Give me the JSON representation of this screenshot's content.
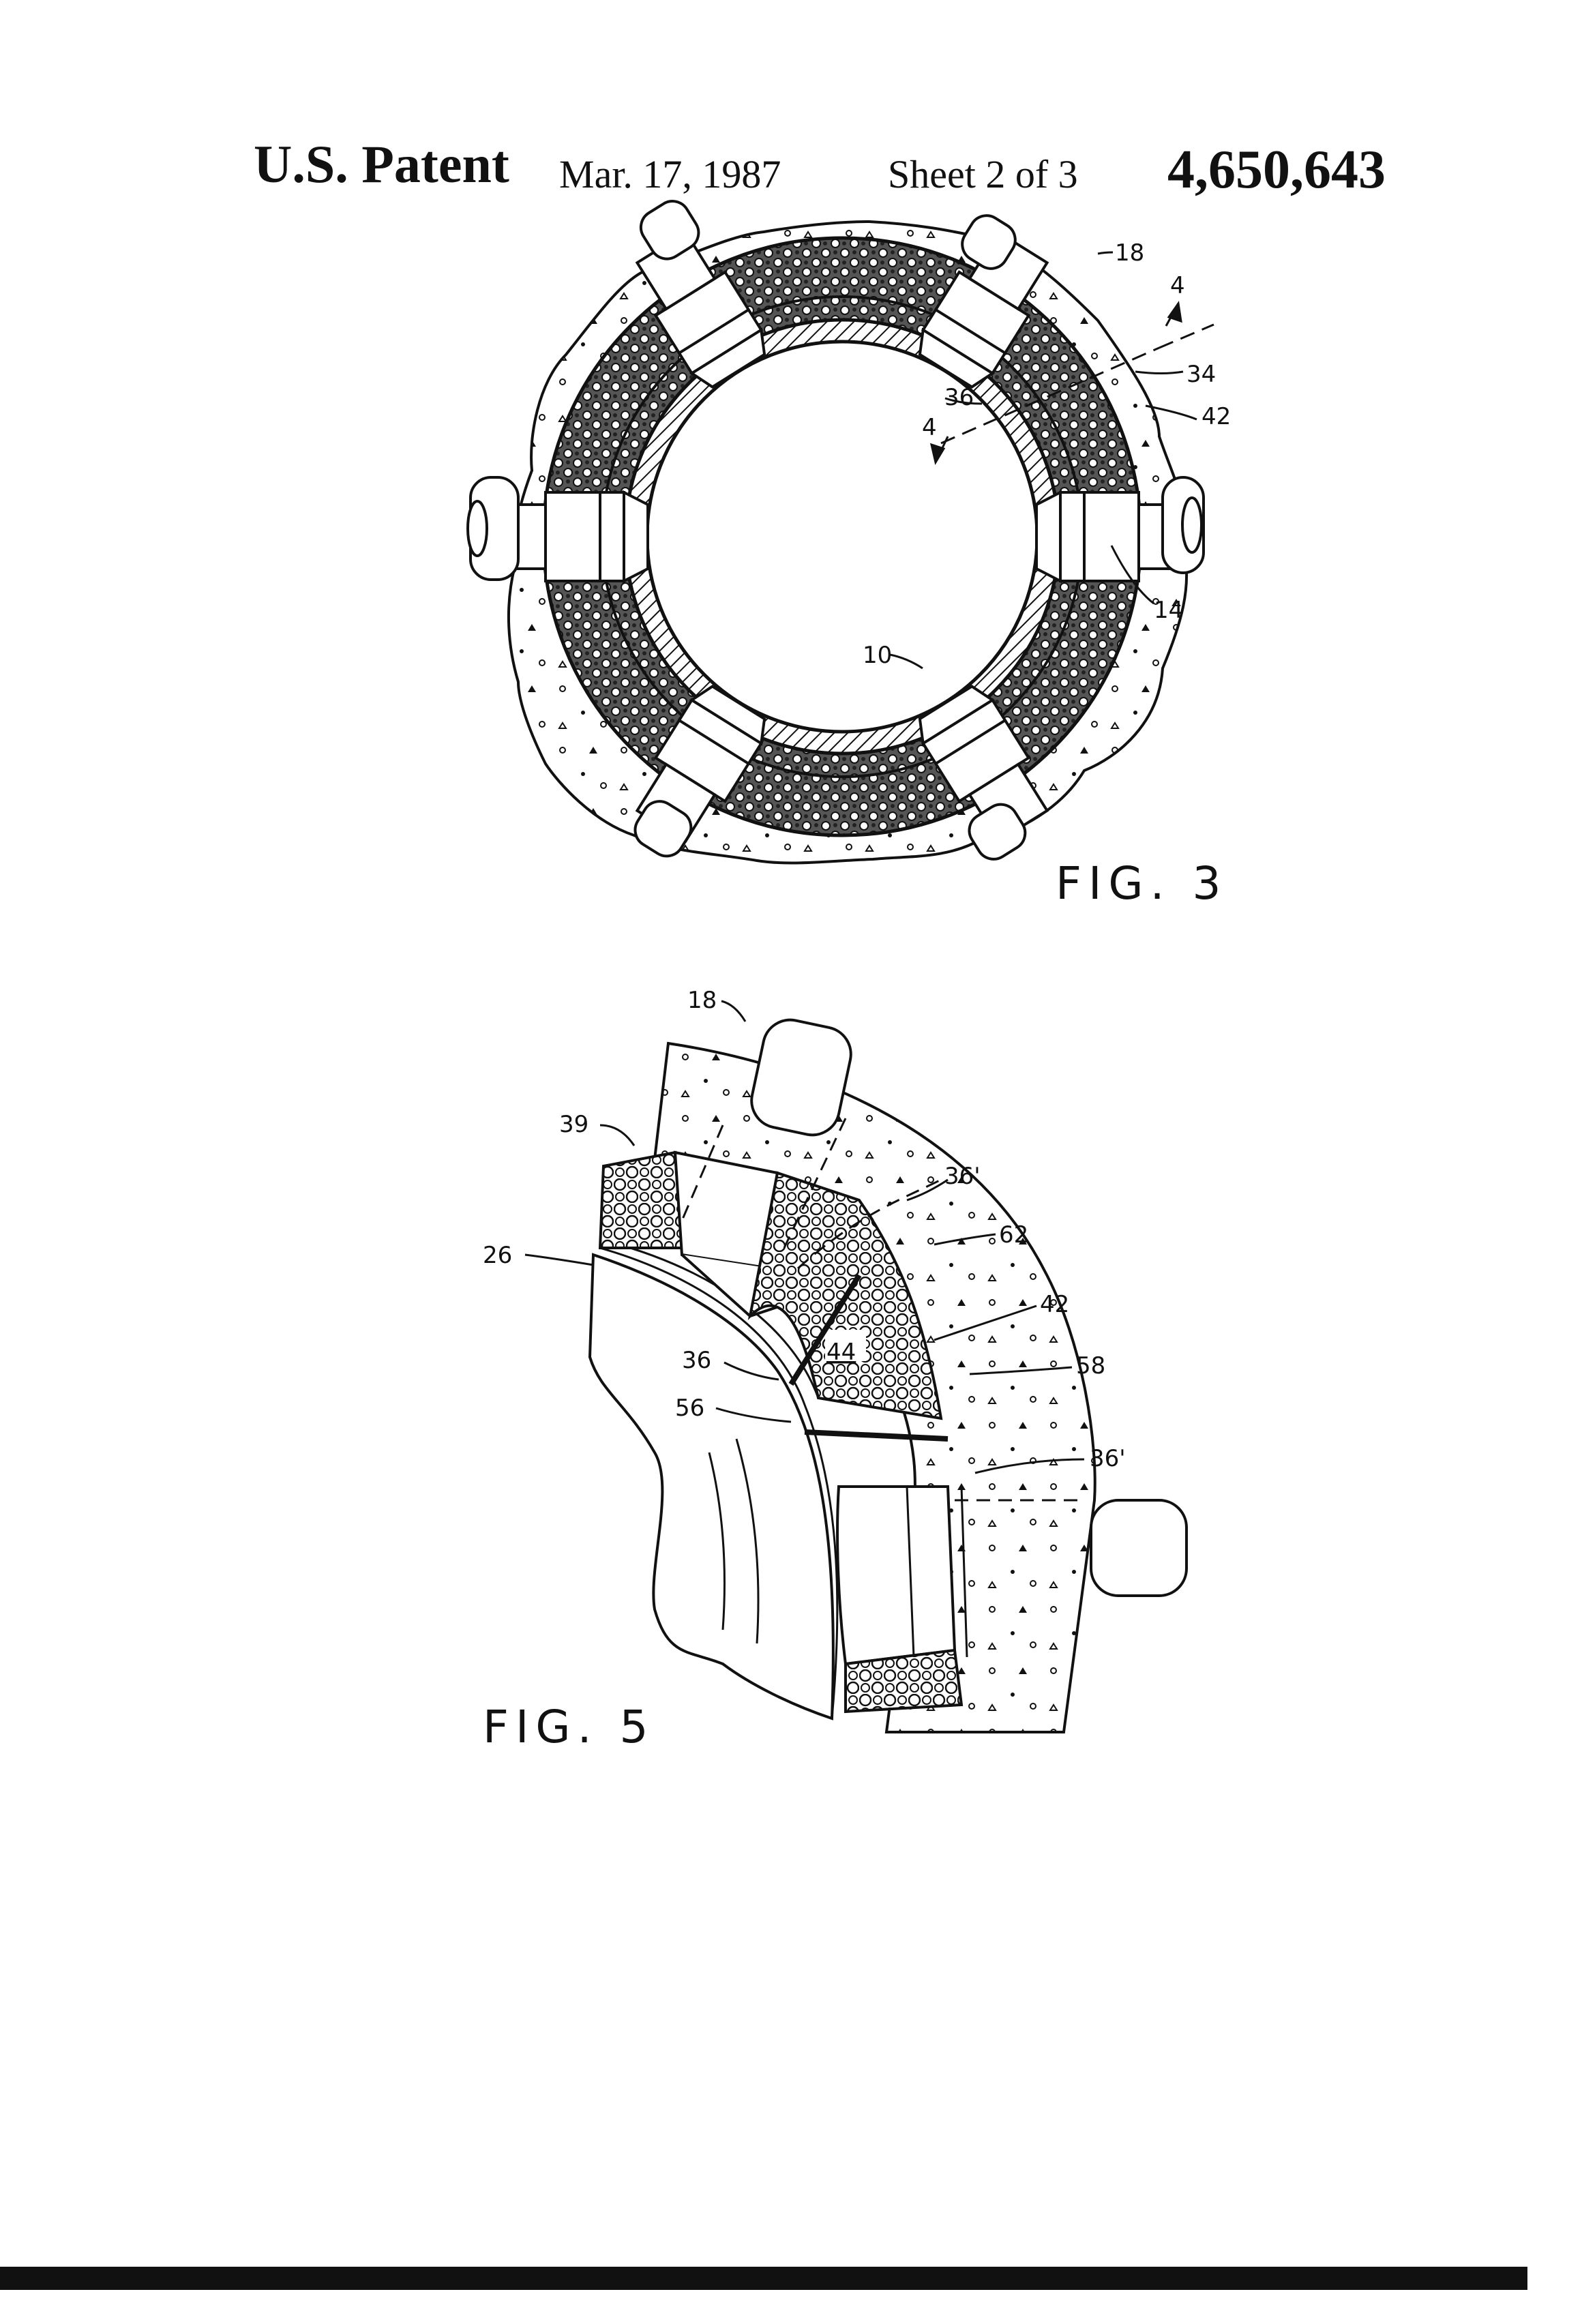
{
  "header": {
    "title": "U.S. Patent",
    "date": "Mar. 17, 1987",
    "sheet": "Sheet 2 of 3",
    "patent_number": "4,650,643"
  },
  "figures": {
    "fig3": {
      "caption": "FIG. 3",
      "labels": [
        "18",
        "4",
        "34",
        "36",
        "42",
        "4",
        "14",
        "10"
      ]
    },
    "fig5": {
      "caption": "FIG. 5",
      "labels": [
        "18",
        "39",
        "36'",
        "62",
        "26",
        "42",
        "44",
        "36",
        "58",
        "56",
        "36'"
      ]
    }
  }
}
